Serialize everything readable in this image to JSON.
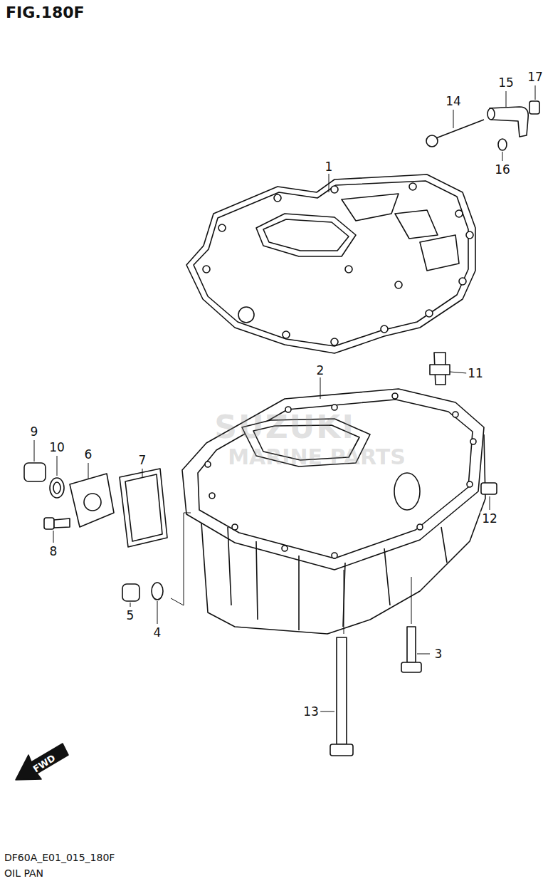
{
  "diagram": {
    "title": "FIG.180F",
    "caption": "OIL PAN",
    "labels": [
      "17",
      "15",
      "14",
      "16",
      "1",
      "2",
      "11",
      "9",
      "10",
      "6",
      "7",
      "12",
      "8",
      "5",
      "4",
      "3",
      "13",
      "FWD",
      "SUZUKI",
      "MARINE PARTS",
      "DF60A_E01_015_180F"
    ]
  }
}
